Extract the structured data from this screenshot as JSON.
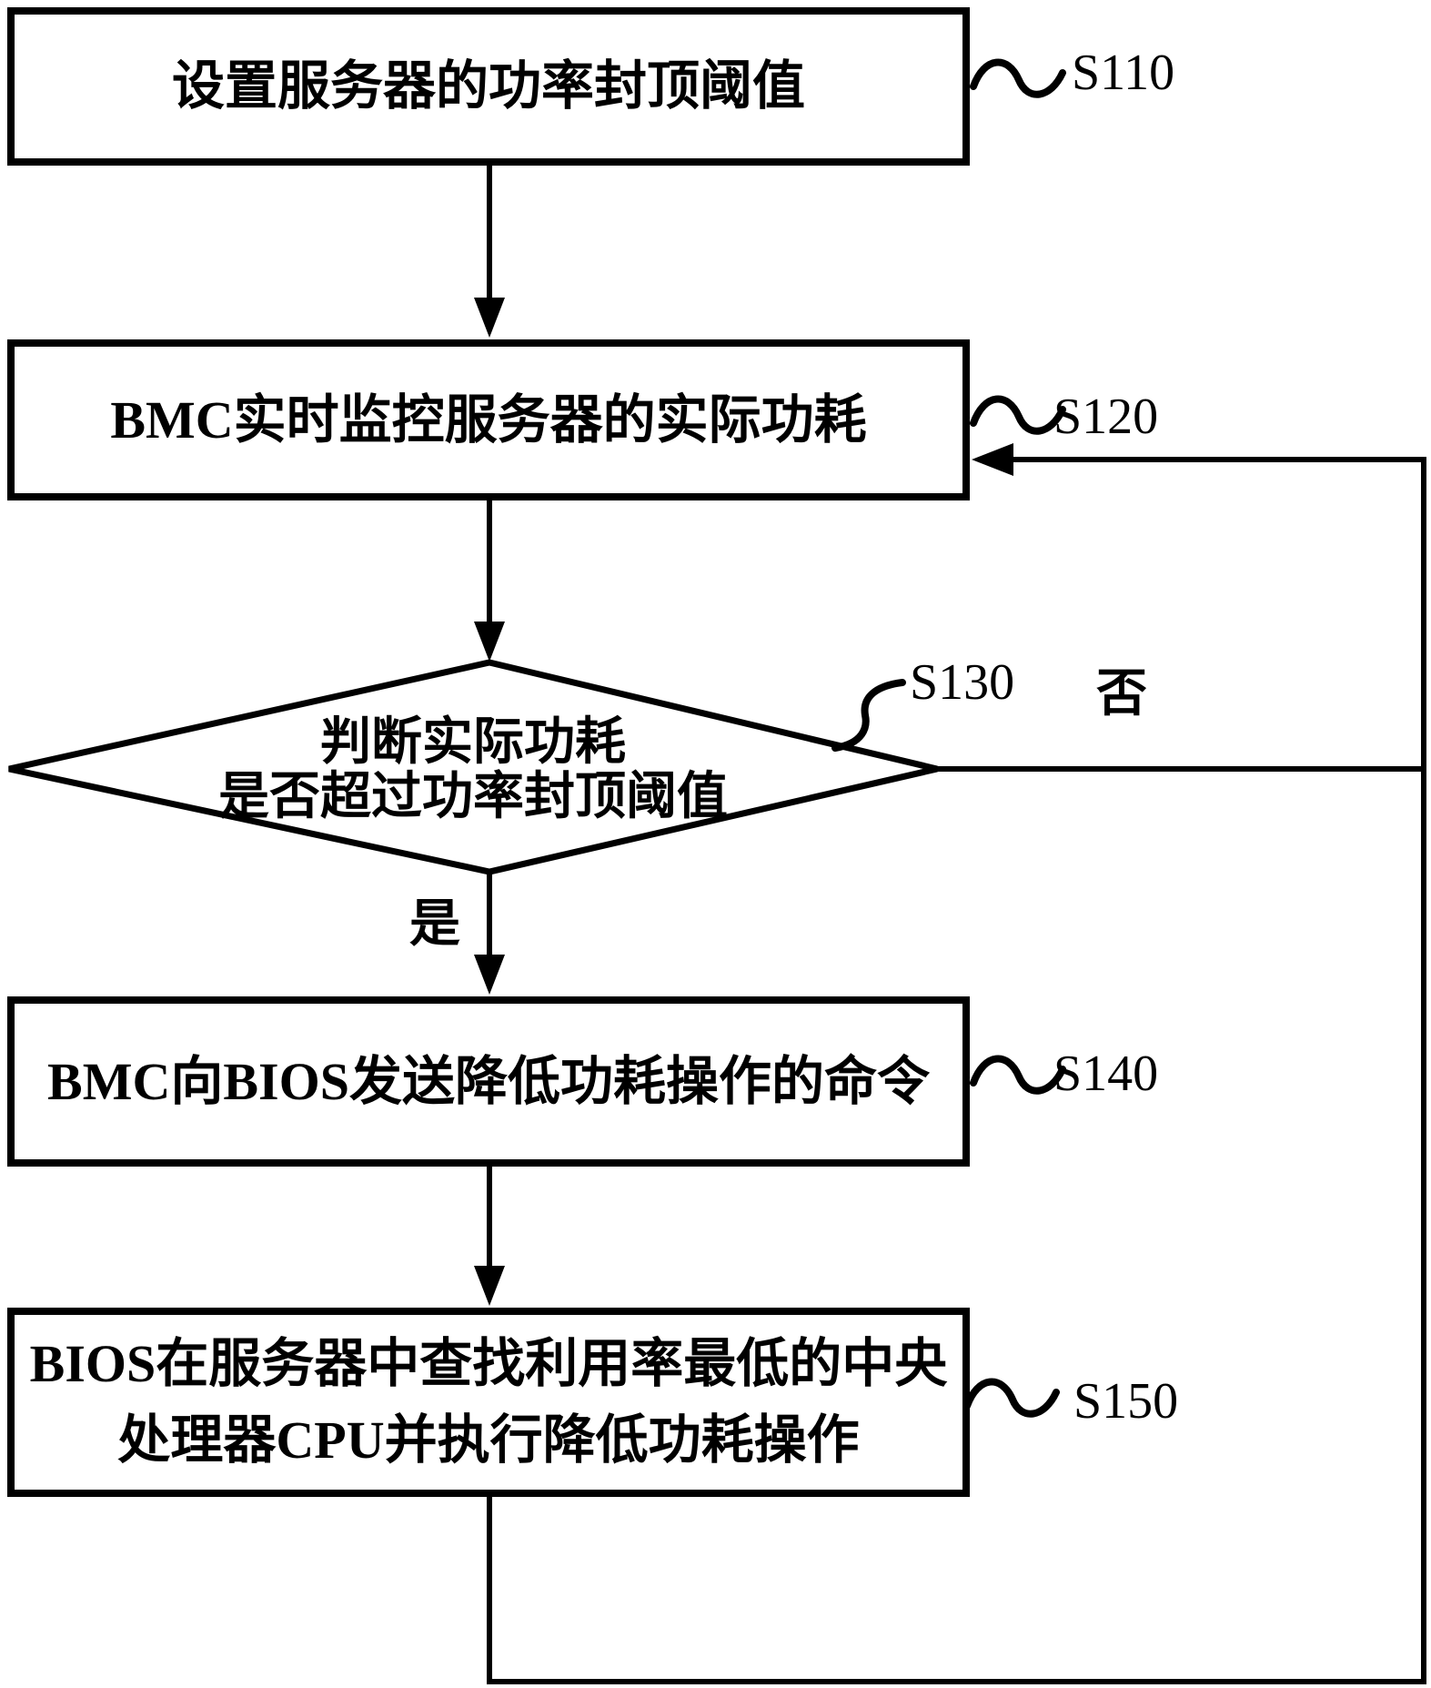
{
  "figure": {
    "type": "flowchart",
    "background_color": "#ffffff",
    "line_color": "#000000"
  },
  "steps": [
    {
      "id": "S110",
      "shape": "process",
      "lines": [
        "设置服务器的功率封顶阈值"
      ]
    },
    {
      "id": "S120",
      "shape": "process",
      "lines": [
        "BMC实时监控服务器的实际功耗"
      ]
    },
    {
      "id": "S130",
      "shape": "decision",
      "lines": [
        "判断实际功耗",
        "是否超过功率封顶阈值"
      ]
    },
    {
      "id": "S140",
      "shape": "process",
      "lines": [
        "BMC向BIOS发送降低功耗操作的命令"
      ]
    },
    {
      "id": "S150",
      "shape": "process",
      "lines": [
        "BIOS在服务器中查找利用率最低的中央",
        "处理器CPU并执行降低功耗操作"
      ]
    }
  ],
  "decision_branches": {
    "yes": "是",
    "no": "否"
  }
}
